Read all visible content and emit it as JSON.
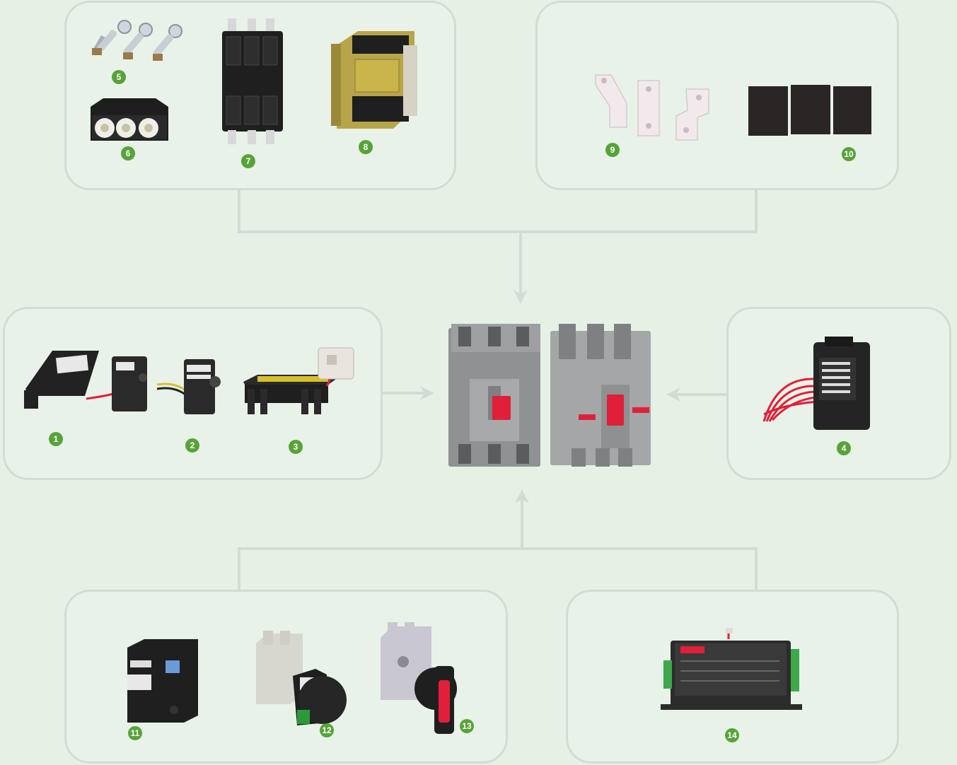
{
  "badges": {
    "b1": "1",
    "b2": "2",
    "b3": "3",
    "b4": "4",
    "b5": "5",
    "b6": "6",
    "b7": "7",
    "b8": "8",
    "b9": "9",
    "b10": "10",
    "b11": "11",
    "b12": "12",
    "b13": "13",
    "b14": "14"
  },
  "colors": {
    "background": "#e6f1e6",
    "panel_border": "#d3dcd3",
    "badge": "#57a33a",
    "accent_red": "#e0203a"
  }
}
